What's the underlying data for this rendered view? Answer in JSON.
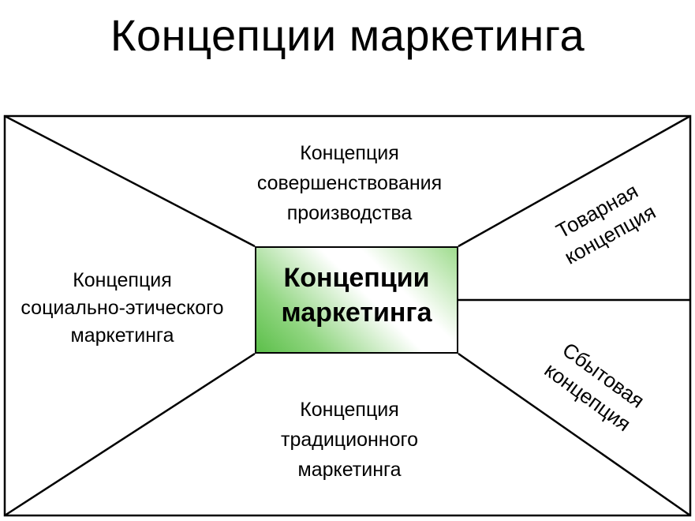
{
  "title": "Концепции маркетинга",
  "center": {
    "line1": "Концепции",
    "line2": "маркетинга"
  },
  "top": {
    "line1": "Концепция",
    "line2": "совершенствования",
    "line3": "производства"
  },
  "left": {
    "line1": "Концепция",
    "line2": "социально-этического",
    "line3": "маркетинга"
  },
  "bottom": {
    "line1": "Концепция",
    "line2": "традиционного",
    "line3": "маркетинга"
  },
  "right_top": {
    "line1": "Товарная",
    "line2": "концепция"
  },
  "right_bottom": {
    "line1": "Сбытовая",
    "line2": "концепция"
  },
  "colors": {
    "box_accent": "#5cbf4a",
    "lines": "#000000",
    "background": "#ffffff"
  }
}
